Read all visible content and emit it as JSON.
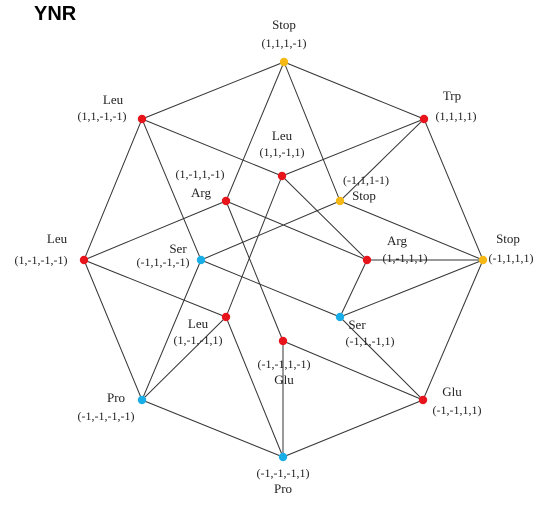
{
  "title": "YNR",
  "colors": {
    "red": "#e8141c",
    "yellow": "#f5b815",
    "blue": "#19aee8",
    "edge": "#333333"
  },
  "nodes": [
    {
      "id": "n1",
      "aa": "Stop",
      "code": "(1,1,1,-1)",
      "color": "yellow"
    },
    {
      "id": "n2",
      "aa": "Leu",
      "code": "(1,1,-1,-1)",
      "color": "red"
    },
    {
      "id": "n3",
      "aa": "Trp",
      "code": "(1,1,1,1)",
      "color": "red"
    },
    {
      "id": "n4",
      "aa": "Leu",
      "code": "(1,1,-1,1)",
      "color": "red"
    },
    {
      "id": "n5",
      "aa": "Arg",
      "code": "(1,-1,1,-1)",
      "color": "red"
    },
    {
      "id": "n6",
      "aa": "Stop",
      "code": "(-1,1,1-1)",
      "color": "yellow"
    },
    {
      "id": "n7",
      "aa": "Leu",
      "code": "(1,-1,-1,-1)",
      "color": "red"
    },
    {
      "id": "n8",
      "aa": "Ser",
      "code": "(-1,1,-1,-1)",
      "color": "blue"
    },
    {
      "id": "n9",
      "aa": "Arg",
      "code": "(1,-1,1,1)",
      "color": "red"
    },
    {
      "id": "n10",
      "aa": "Stop",
      "code": "(-1,1,1,1)",
      "color": "yellow"
    },
    {
      "id": "n11",
      "aa": "Leu",
      "code": "(1,-1,-1,1)",
      "color": "red"
    },
    {
      "id": "n12",
      "aa": "Ser",
      "code": "(-1,1,-1,1)",
      "color": "blue"
    },
    {
      "id": "n13",
      "aa": "Glu",
      "code": "(-1,-1,1,-1)",
      "color": "red"
    },
    {
      "id": "n14",
      "aa": "Pro",
      "code": "(-1,-1,-1,-1)",
      "color": "blue"
    },
    {
      "id": "n15",
      "aa": "Glu",
      "code": "(-1,-1,1,1)",
      "color": "red"
    },
    {
      "id": "n16",
      "aa": "Pro",
      "code": "(-1,-1,-1,1)",
      "color": "blue"
    }
  ],
  "edges": [
    [
      "n1",
      "n2"
    ],
    [
      "n1",
      "n3"
    ],
    [
      "n2",
      "n7"
    ],
    [
      "n3",
      "n10"
    ],
    [
      "n7",
      "n14"
    ],
    [
      "n10",
      "n15"
    ],
    [
      "n14",
      "n16"
    ],
    [
      "n15",
      "n16"
    ],
    [
      "n1",
      "n5"
    ],
    [
      "n1",
      "n6"
    ],
    [
      "n2",
      "n4"
    ],
    [
      "n2",
      "n8"
    ],
    [
      "n3",
      "n4"
    ],
    [
      "n3",
      "n6"
    ],
    [
      "n4",
      "n9"
    ],
    [
      "n4",
      "n11"
    ],
    [
      "n5",
      "n7"
    ],
    [
      "n5",
      "n9"
    ],
    [
      "n5",
      "n13"
    ],
    [
      "n6",
      "n8"
    ],
    [
      "n6",
      "n10"
    ],
    [
      "n7",
      "n11"
    ],
    [
      "n8",
      "n12"
    ],
    [
      "n8",
      "n14"
    ],
    [
      "n9",
      "n10"
    ],
    [
      "n9",
      "n12"
    ],
    [
      "n10",
      "n12"
    ],
    [
      "n11",
      "n14"
    ],
    [
      "n11",
      "n16"
    ],
    [
      "n12",
      "n15"
    ],
    [
      "n13",
      "n15"
    ],
    [
      "n13",
      "n16"
    ]
  ]
}
